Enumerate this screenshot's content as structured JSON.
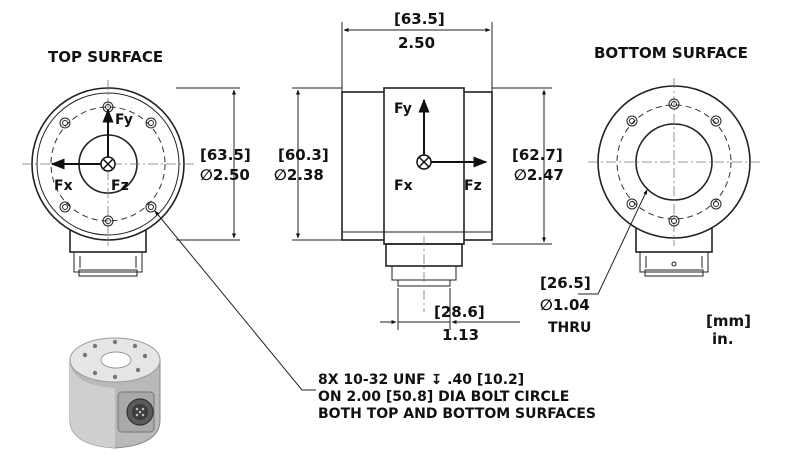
{
  "views": {
    "top_title": "TOP SURFACE",
    "bottom_title": "BOTTOM SURFACE"
  },
  "axes": {
    "fx": "Fx",
    "fy": "Fy",
    "fz": "Fz"
  },
  "dims": {
    "width_mm": "[63.5]",
    "width_in": "2.50",
    "top_dia_mm": "[63.5]",
    "top_dia_in": "∅2.50",
    "side_dia_mm": "[60.3]",
    "side_dia_in": "∅2.38",
    "right_dia_mm": "[62.7]",
    "right_dia_in": "∅2.47",
    "conn_mm": "[28.6]",
    "conn_in": "1.13",
    "thru_mm": "[26.5]",
    "thru_in": "∅1.04",
    "thru_label": "THRU"
  },
  "units": {
    "mm": "[mm]",
    "in": "in."
  },
  "note": {
    "line1": "8X 10-32 UNF ↧ .40 [10.2]",
    "line2": "ON 2.00 [50.8] DIA BOLT CIRCLE",
    "line3": "BOTH TOP AND BOTTOM SURFACES"
  }
}
